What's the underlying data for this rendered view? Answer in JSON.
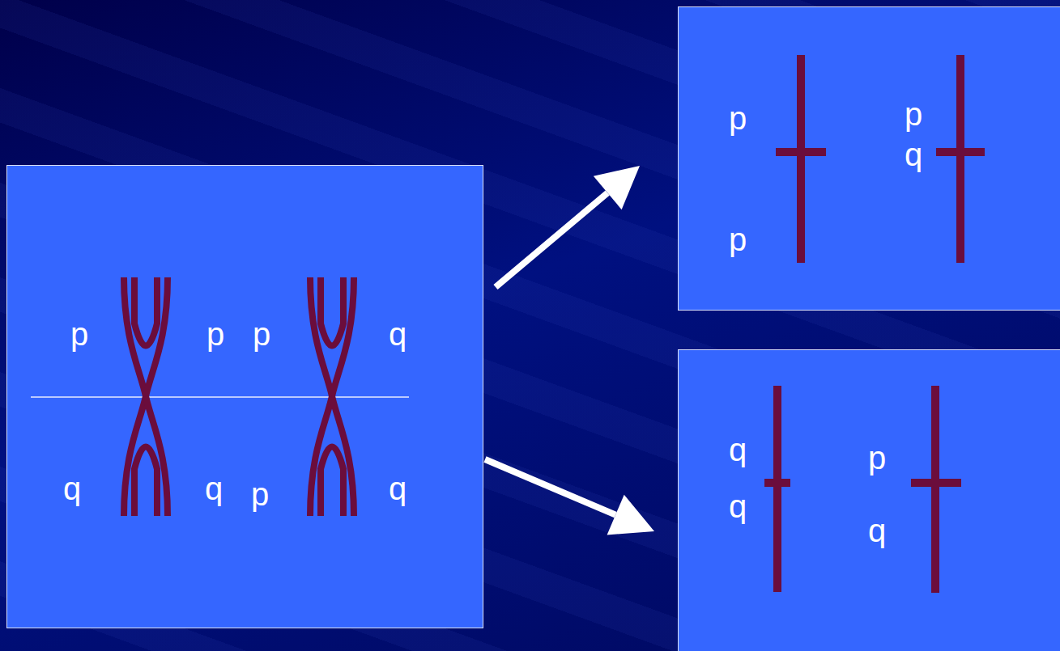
{
  "diagram": {
    "nodes": [
      {
        "text": [
          "p",
          "p",
          "p",
          "q",
          "q",
          "q",
          "p",
          "q"
        ]
      },
      {
        "text": [
          "p",
          "p",
          "q",
          "p"
        ]
      },
      {
        "text": [
          "q",
          "p",
          "q",
          "q"
        ]
      }
    ],
    "edges": [
      {
        "from": 0,
        "to": 1,
        "arrow": "to"
      },
      {
        "from": 0,
        "to": 2,
        "arrow": "to"
      }
    ]
  }
}
